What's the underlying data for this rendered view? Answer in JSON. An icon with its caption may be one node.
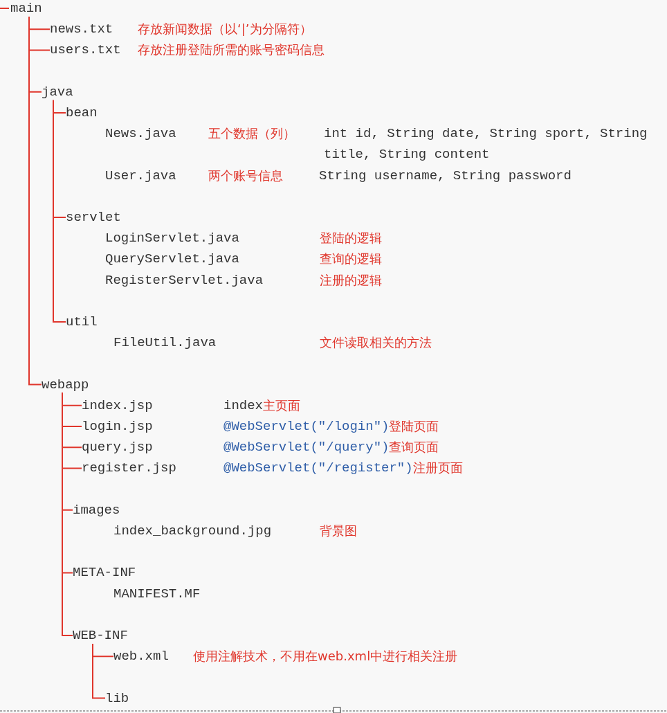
{
  "diagram": {
    "nodes": [
      {
        "text": [
          "main"
        ]
      },
      {
        "text": [
          "news.txt"
        ],
        "beside": [
          "存放新闻数据（以‘|’为分隔符）"
        ]
      },
      {
        "text": [
          "users.txt"
        ],
        "beside": [
          "存放注册登陆所需的账号密码信息"
        ]
      },
      {
        "text": [
          "java"
        ]
      },
      {
        "text": [
          "bean"
        ]
      },
      {
        "text": [
          "News.java"
        ],
        "beside": [
          "五个数据（列）",
          "int id, String date, String sport, String title, String content"
        ]
      },
      {
        "text": [
          "User.java"
        ],
        "beside": [
          "两个账号信息",
          "String username, String password"
        ]
      },
      {
        "text": [
          "servlet"
        ]
      },
      {
        "text": [
          "LoginServlet.java"
        ]
      },
      {
        "text": [
          "QueryServlet.java"
        ]
      },
      {
        "text": [
          "RegisterServlet.java"
        ]
      },
      {
        "text": [
          "util"
        ]
      },
      {
        "text": [
          "FileUtil.java"
        ]
      },
      {
        "text": [
          "webapp"
        ]
      },
      {
        "text": [
          "index.jsp"
        ],
        "beside": [
          "index",
          "主页面"
        ]
      },
      {
        "text": [
          "login.jsp"
        ],
        "beside": [
          "@WebServlet(\"/login\")",
          "登陆页面"
        ]
      },
      {
        "text": [
          "query.jsp"
        ],
        "beside": [
          "@WebServlet(\"/query\")",
          "查询页面"
        ]
      },
      {
        "text": [
          "register.jsp"
        ],
        "beside": [
          "@WebServlet(\"/register\")",
          "注册页面"
        ]
      },
      {
        "text": [
          "images"
        ]
      },
      {
        "text": [
          "index_background.jpg"
        ],
        "beside": [
          "背景图"
        ]
      },
      {
        "text": [
          "META-INF"
        ]
      },
      {
        "text": [
          "MANIFEST.MF"
        ]
      },
      {
        "text": [
          "WEB-INF"
        ]
      },
      {
        "text": [
          "web.xml"
        ],
        "beside": [
          "使用注解技术，不用在web.xml中进行相关注册"
        ]
      },
      {
        "text": [
          "lib"
        ]
      }
    ],
    "edges": [
      {
        "from": 0,
        "to": 1,
        "arrow": "none"
      },
      {
        "from": 0,
        "to": 2,
        "arrow": "none"
      },
      {
        "from": 0,
        "to": 3,
        "arrow": "none"
      },
      {
        "from": 0,
        "to": 13,
        "arrow": "none"
      },
      {
        "from": 3,
        "to": 4,
        "arrow": "none"
      },
      {
        "from": 3,
        "to": 7,
        "arrow": "none"
      },
      {
        "from": 3,
        "to": 11,
        "arrow": "none"
      },
      {
        "from": 13,
        "to": 14,
        "arrow": "none"
      },
      {
        "from": 13,
        "to": 15,
        "arrow": "none"
      },
      {
        "from": 13,
        "to": 16,
        "arrow": "none"
      },
      {
        "from": 13,
        "to": 17,
        "arrow": "none"
      },
      {
        "from": 13,
        "to": 18,
        "arrow": "none"
      },
      {
        "from": 13,
        "to": 20,
        "arrow": "none"
      },
      {
        "from": 13,
        "to": 22,
        "arrow": "none"
      },
      {
        "from": 22,
        "to": 23,
        "arrow": "none"
      },
      {
        "from": 22,
        "to": 24,
        "arrow": "none"
      }
    ],
    "labels": [
      "登陆的逻辑",
      "查询的逻辑",
      "注册的逻辑",
      "文件读取相关的方法"
    ]
  }
}
